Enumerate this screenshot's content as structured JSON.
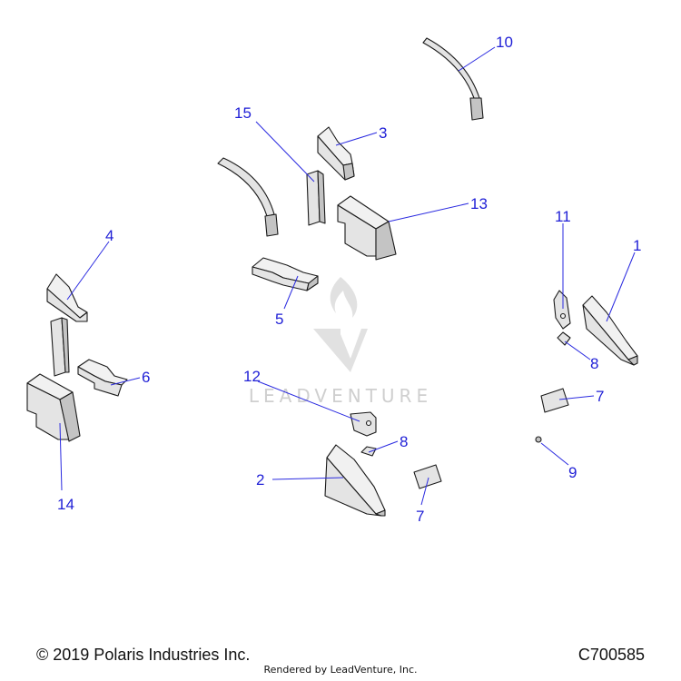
{
  "watermark": {
    "brand": "LEADVENTURE"
  },
  "callouts": {
    "c1": "1",
    "c2": "2",
    "c3": "3",
    "c4": "4",
    "c5": "5",
    "c6": "6",
    "c7a": "7",
    "c7b": "7",
    "c8a": "8",
    "c8b": "8",
    "c9": "9",
    "c10": "10",
    "c11": "11",
    "c12": "12",
    "c13": "13",
    "c14": "14",
    "c15": "15"
  },
  "footer": {
    "copyright": "© 2019 Polaris Industries Inc.",
    "drawing_number": "C700585",
    "rendered_by": "Rendered by LeadVenture, Inc."
  }
}
